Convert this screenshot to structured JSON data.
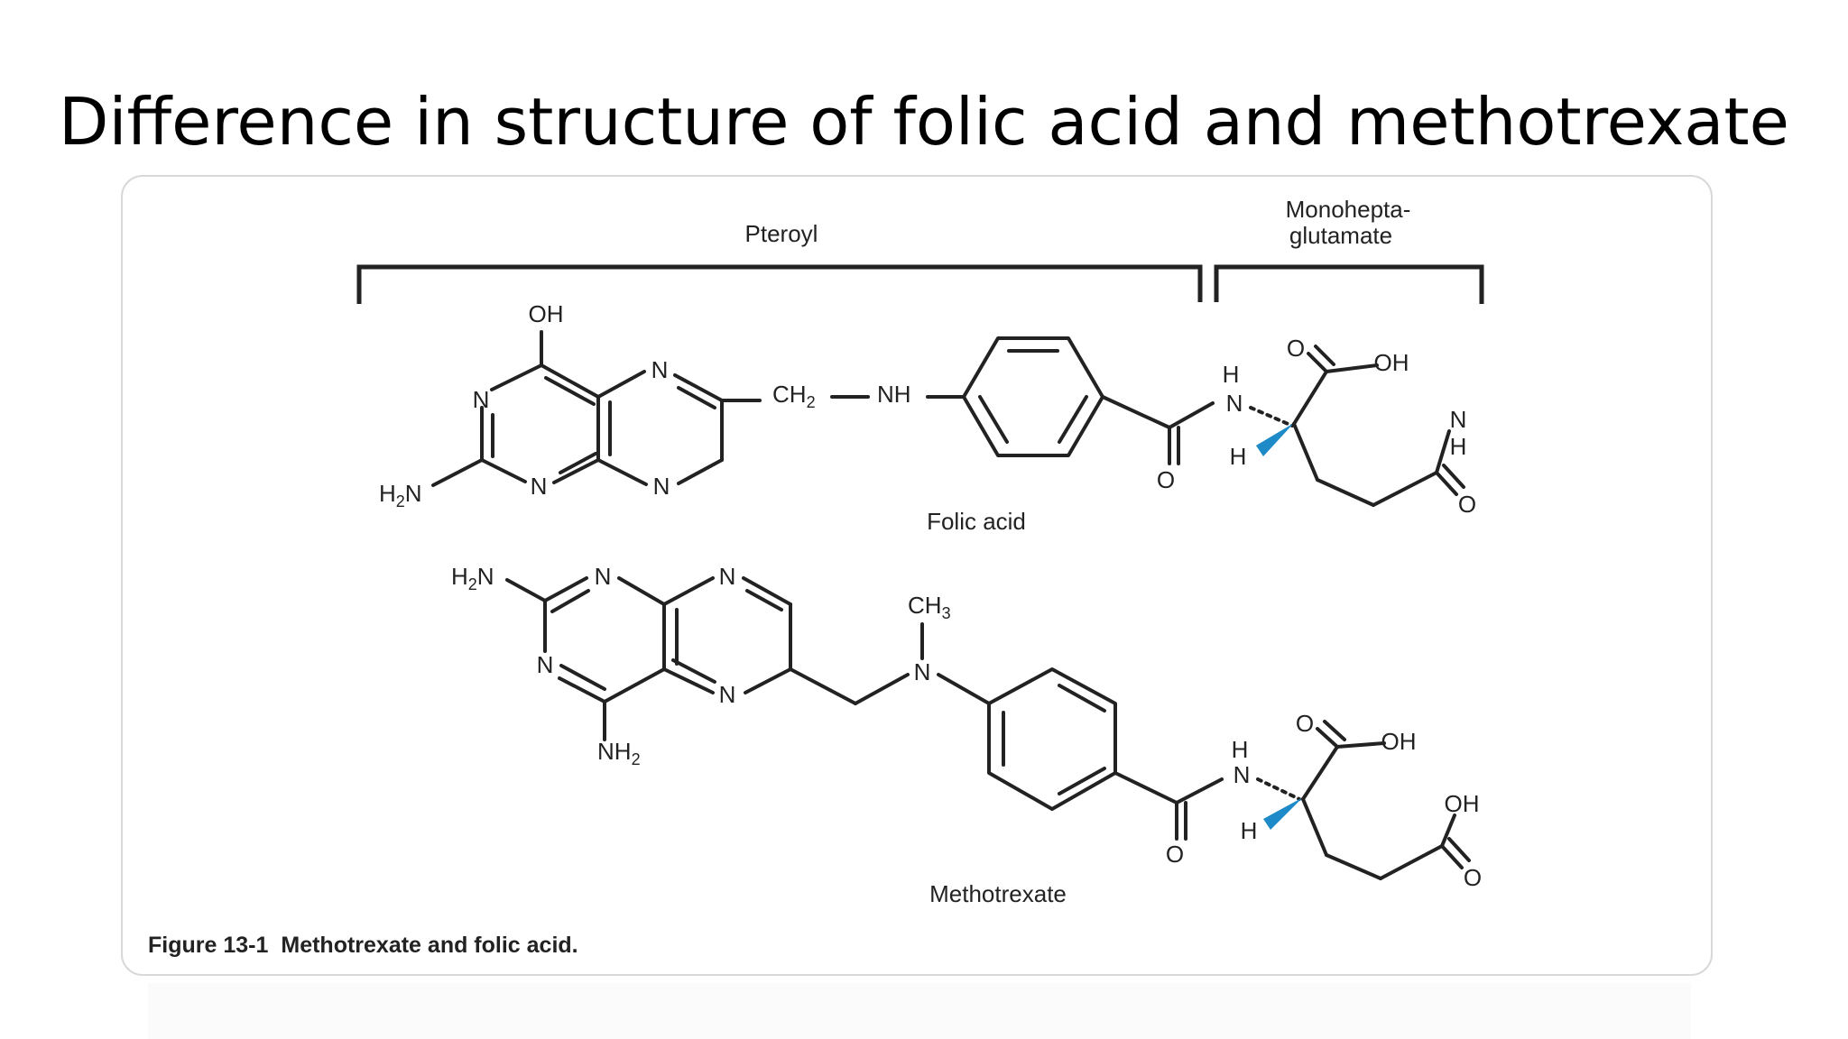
{
  "slide": {
    "title": "Difference in structure of folic acid and methotrexate"
  },
  "figure": {
    "brackets": {
      "pteroyl": "Pteroyl",
      "glutamate_line1": "Monohepta-",
      "glutamate_line2": "glutamate"
    },
    "folic_acid": {
      "name": "Folic acid",
      "atoms": {
        "oh_top": "OH",
        "n1": "N",
        "n2": "N",
        "n3": "N",
        "n4": "N",
        "h2n_left": "H",
        "h2n_sub": "2",
        "h2n_n": "N",
        "ch2": "CH",
        "ch2_sub": "2",
        "nh": "NH",
        "carbonyl_o": "O",
        "amide_h": "H",
        "amide_n": "N",
        "alpha_h": "H",
        "acid_o": "O",
        "acid_oh": "OH",
        "side_n": "N",
        "side_h": "H",
        "side_o": "O"
      }
    },
    "methotrexate": {
      "name": "Methotrexate",
      "atoms": {
        "h2n_h": "H",
        "h2n_sub": "2",
        "h2n_n": "N",
        "n1": "N",
        "n2": "N",
        "n3": "N",
        "n4": "N",
        "nh2": "NH",
        "nh2_sub": "2",
        "ch3": "CH",
        "ch3_sub": "3",
        "n_methyl": "N",
        "carbonyl_o": "O",
        "amide_h": "H",
        "amide_n": "N",
        "alpha_h": "H",
        "acid_o": "O",
        "acid_oh": "OH",
        "side_oh": "OH",
        "side_o": "O"
      }
    },
    "caption_number": "Figure 13-1",
    "caption_text": "Methotrexate and folic acid."
  },
  "colors": {
    "wedge": "#1f8ac8",
    "ink": "#222222",
    "frame": "#d8d8d8"
  }
}
